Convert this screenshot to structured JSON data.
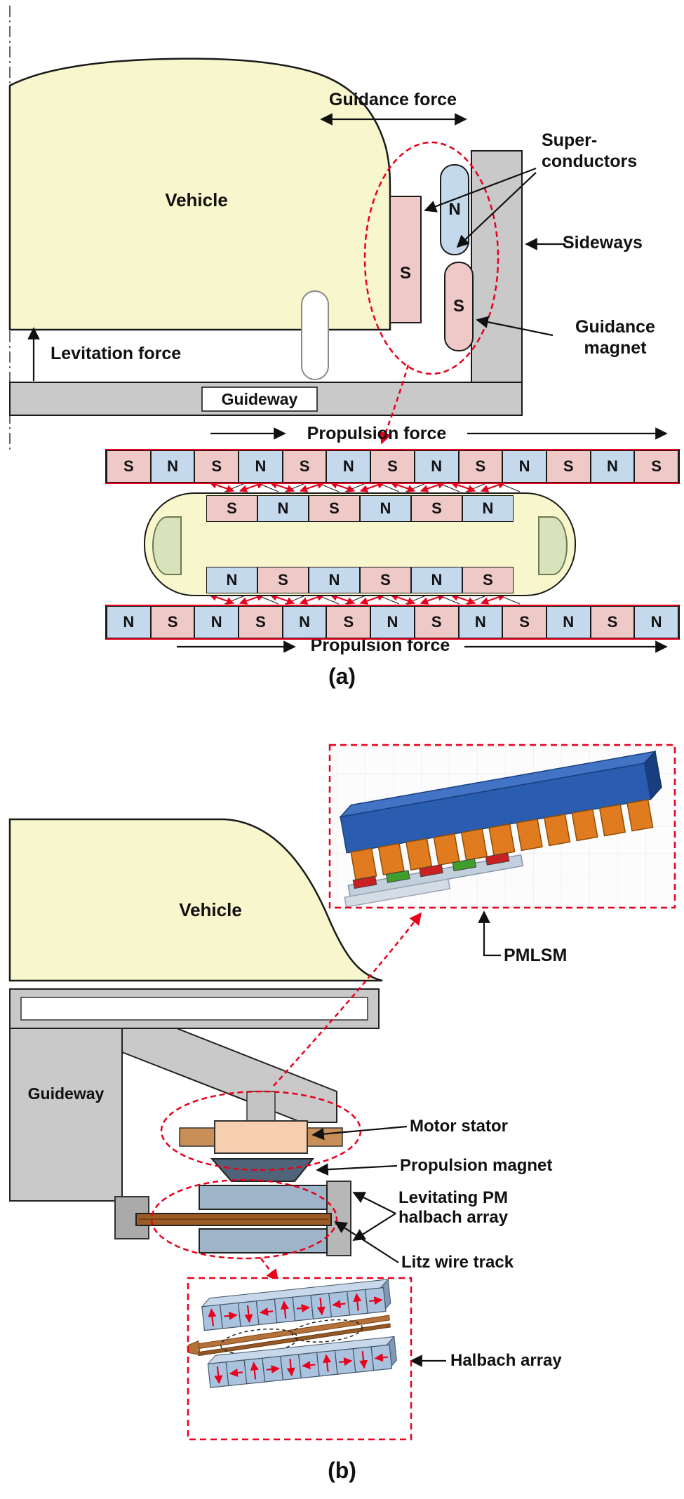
{
  "panel_a": {
    "caption": "(a)",
    "guidance_force": "Guidance force",
    "superconductors": [
      "Super-",
      "conductors"
    ],
    "sideways": "Sideways",
    "guidance_magnet": [
      "Guidance",
      "magnet"
    ],
    "vehicle": "Vehicle",
    "levitation_force": "Levitation force",
    "guideway": "Guideway",
    "propulsion_force_top": "Propulsion force",
    "propulsion_force_bottom": "Propulsion force",
    "vehicle_magnet_pole": "S",
    "guidance_pole_top": "N",
    "guidance_pole_bottom": "S",
    "top_rail": [
      "S",
      "N",
      "S",
      "N",
      "S",
      "N",
      "S",
      "N",
      "S",
      "N",
      "S",
      "N",
      "S"
    ],
    "vehicle_top_row": [
      "S",
      "N",
      "S",
      "N",
      "S",
      "N"
    ],
    "vehicle_bottom_row": [
      "N",
      "S",
      "N",
      "S",
      "N",
      "S"
    ],
    "bottom_rail": [
      "N",
      "S",
      "N",
      "S",
      "N",
      "S",
      "N",
      "S",
      "N",
      "S",
      "N",
      "S",
      "N"
    ]
  },
  "panel_b": {
    "caption": "(b)",
    "pmlsm": "PMLSM",
    "vehicle": "Vehicle",
    "guideway": "Guideway",
    "motor_stator": "Motor stator",
    "propulsion_magnet": "Propulsion magnet",
    "levitating_pm": [
      "Levitating PM",
      "halbach array"
    ],
    "litz_wire_track": "Litz wire track",
    "halbach_array": "Halbach array"
  },
  "colors": {
    "vehicle_body": "#f8f6cd",
    "structure_gray": "#c9c9c9",
    "pole_s": "#efc8c8",
    "pole_n": "#c5d9ec",
    "highlight_red": "#e8001d",
    "stator_peach": "#f6cfae",
    "stator_side_tan": "#c89058",
    "propulsion_magnet_slate": "#4f6478",
    "halbach_blue": "#9db4c9",
    "litz_brown": "#9c5a24",
    "pmlsm_blue": "#2a5db0",
    "pmlsm_orange": "#e07b1f",
    "endcap_green": "#d9e3bb"
  }
}
